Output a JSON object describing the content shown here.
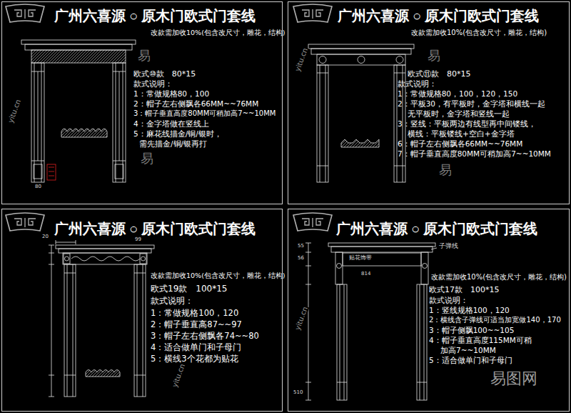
{
  "diagram": {
    "nodes": [
      {
        "text": [
          "广州六喜源 ○ 原木门欧式门套线",
          "改款需加收10%(包含改尺寸，雕花，结构)",
          "欧式⑩款　80*15",
          "款式说明：",
          "1：常做规格80，100",
          "2：帽子左右侧飘各66MM~~76MM",
          "3：帽子垂直高度80MM可稍加高7~~10MM",
          "4：金字塔做在竖线上",
          "5：麻花线描金/铜/银时， 需先描金/铜/银再打"
        ]
      },
      {
        "text": [
          "广州六喜源 ○ 原木门欧式门套线",
          "改款需加收10%(包含改尺寸，雕花，结构)",
          "欧式⑪款　80*15",
          "款式说明：",
          "1：常做规格80，100，120，150",
          "2：平板30，有平板时，金字塔和横线一起 无平板时，金字塔和竖线一起",
          "3：竖线：平板两边有线型再中间镂线， 横线：平板镂线+空白+金字塔",
          "6：帽子左右侧飘各66MM~~76MM",
          "7：帽子垂直高度80MM可稍加高7~~10MM"
        ]
      },
      {
        "text": [
          "广州六喜源 ○ 原木门欧式门套线",
          "改款需加收10%(包含改尺寸，雕花，结构)",
          "欧式19款　100*15",
          "款式说明：",
          "1：常做规格100，120",
          "2：帽子垂直高87~~97",
          "3：帽子左右侧飘各74~~80",
          "4：适合做单门和子母门",
          "5：横线3个花都为贴花"
        ]
      },
      {
        "text": [
          "广州六喜源 ○ 原木门欧式门套线",
          "改款需加收10%(包含改尺寸，雕花，结构)",
          "欧式17款　100*15",
          "款式说明：",
          "1：竖线规格100，120",
          "2：横线含子弹线可适当加宽做140，170",
          "3：帽子侧飘100~~105",
          "4：帽子垂直高度115MM可稍 加高7~~10MM",
          "5：适合做单门和子母门"
        ]
      }
    ],
    "labels": [
      "贴花饰带",
      "子弹线",
      "80",
      "20",
      "99",
      "55",
      "56",
      "814",
      "510",
      "易",
      "易",
      "易",
      "易",
      "yitu.cn",
      "yitu.cn",
      "yitu.cn",
      "yitu.cn",
      "易图网"
    ]
  }
}
